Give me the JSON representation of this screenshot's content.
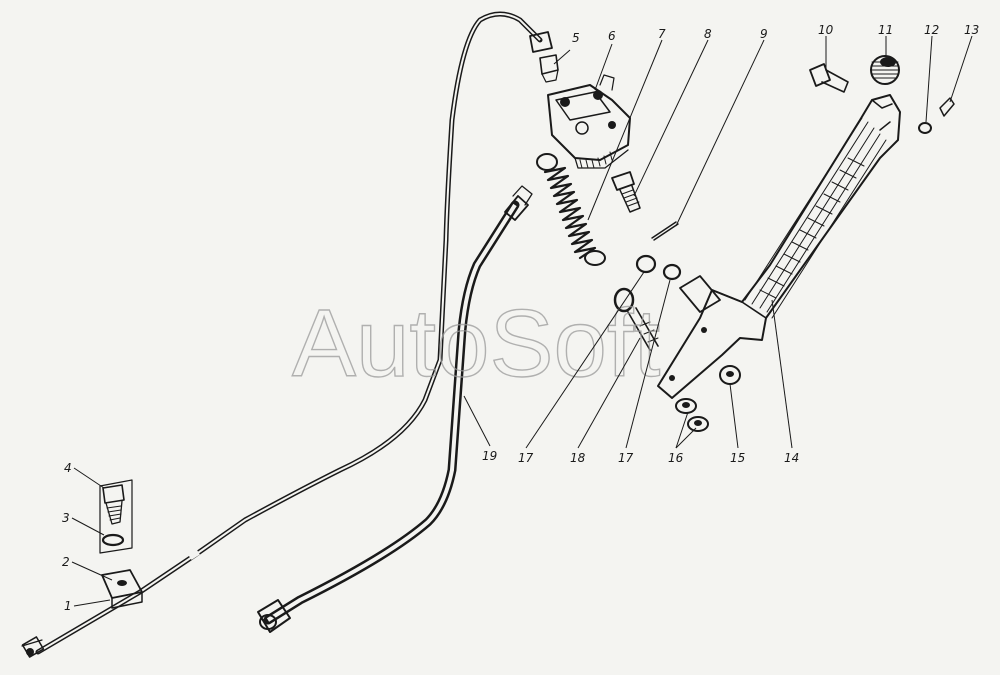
{
  "watermark": "AutoSoft",
  "callouts": {
    "c1": "1",
    "c2": "2",
    "c3": "3",
    "c4": "4",
    "c5": "5",
    "c6": "6",
    "c7": "7",
    "c8": "8",
    "c9": "9",
    "c10": "10",
    "c11": "11",
    "c12": "12",
    "c13": "13",
    "c14": "14",
    "c15": "15",
    "c16": "16",
    "c17a": "17",
    "c18": "18",
    "c17b": "17",
    "c19": "19"
  },
  "colors": {
    "ink": "#1a1a1a",
    "paper": "#f4f4f1",
    "watermark": "#9a9a9a"
  }
}
